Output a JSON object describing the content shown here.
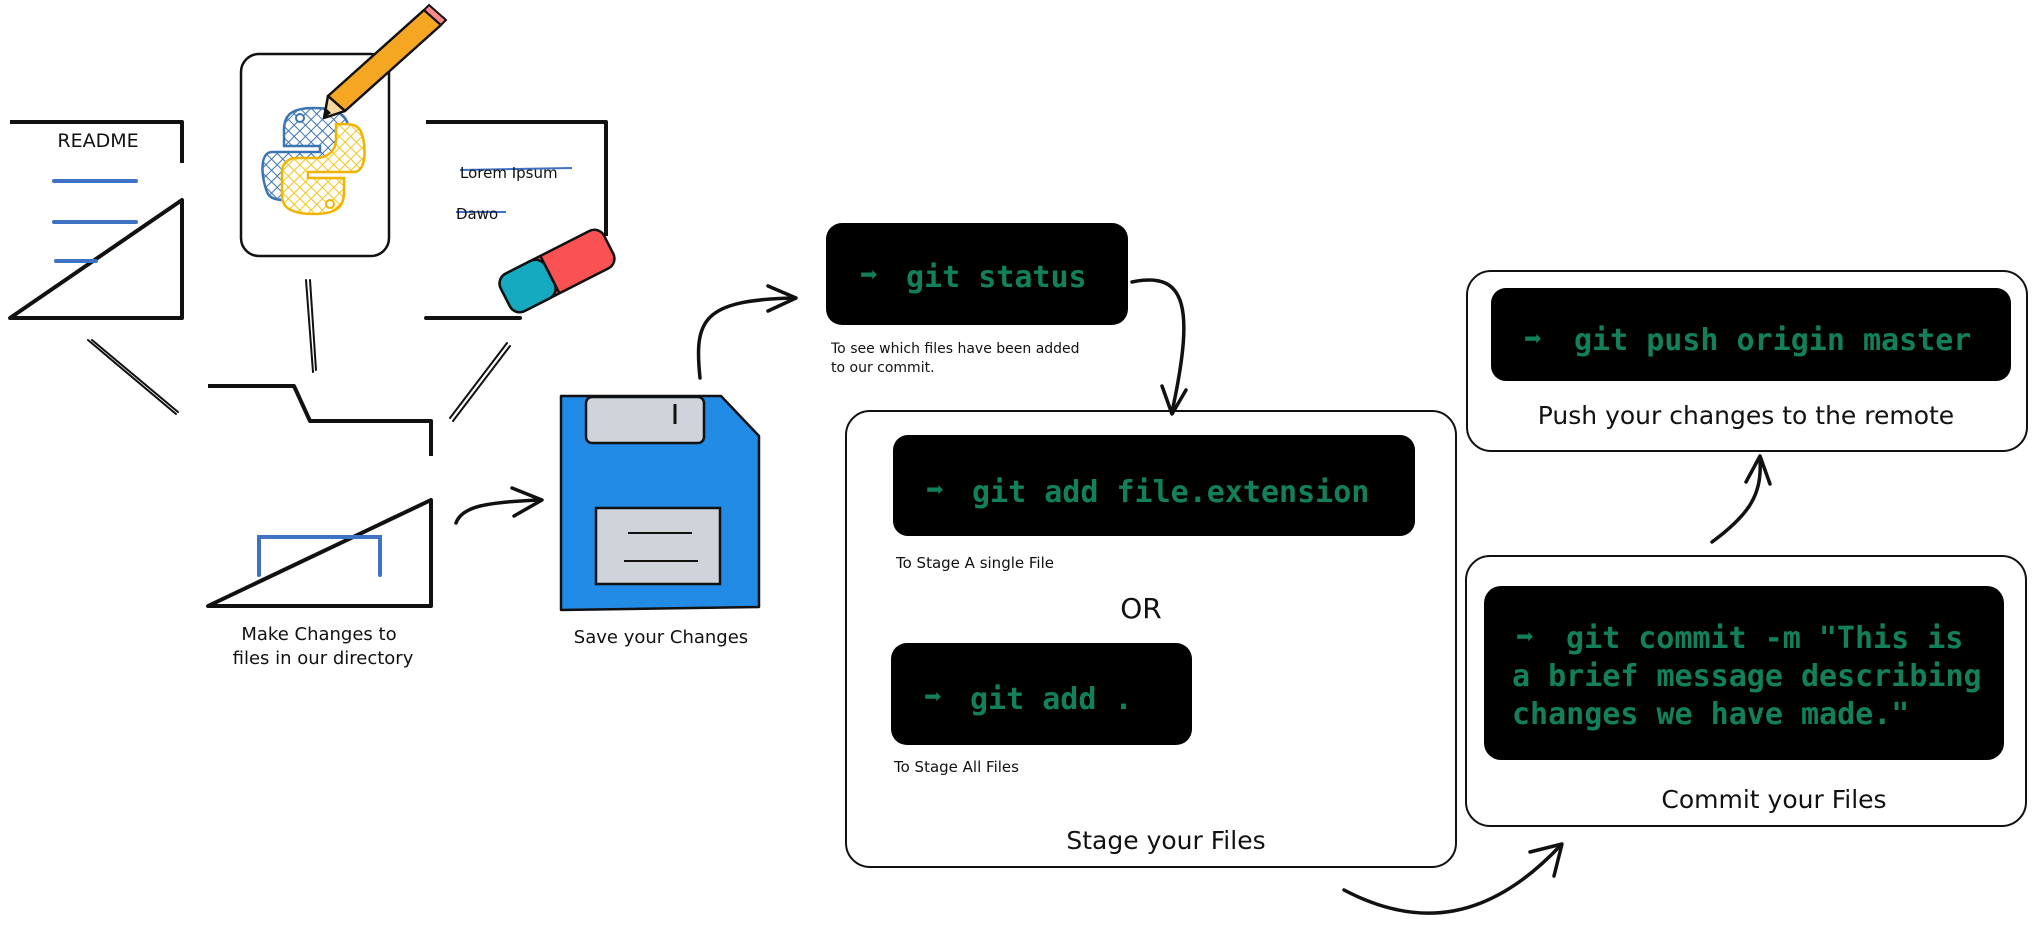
{
  "colors": {
    "terminal_bg": "#000000",
    "terminal_text": "#12805c",
    "ink": "#111111",
    "accent_blue": "#3f72c4",
    "floppy_blue": "#228be6",
    "floppy_grey": "#ced4da",
    "python_blue": "#3b74b4",
    "python_yellow": "#f5c518",
    "pencil_orange": "#f5a623",
    "eraser_red": "#fa5252",
    "eraser_teal": "#15aabf"
  },
  "files": {
    "readme_title": "README",
    "doc_line1": "Lorem Ipsum",
    "doc_line2": "Dawo"
  },
  "labels": {
    "make_changes_line1": "Make Changes to",
    "make_changes_line2": "files in our directory",
    "save_changes": "Save your Changes"
  },
  "status": {
    "arrow_glyph": "➡",
    "command": "git status",
    "note_line1": "To see which files have been added",
    "note_line2": "to our commit."
  },
  "stage": {
    "add_single_command": "git add file.extension",
    "add_single_note": "To Stage A single File",
    "or_label": "OR",
    "add_all_command": "git add .",
    "add_all_note": "To Stage All Files",
    "title": "Stage your Files"
  },
  "commit": {
    "line1": "git commit -m \"This is",
    "line2": "a brief message describing",
    "line3": "changes we have made.\"",
    "title": "Commit your Files"
  },
  "push": {
    "command": "git push origin master",
    "title": "Push your changes to the remote"
  }
}
